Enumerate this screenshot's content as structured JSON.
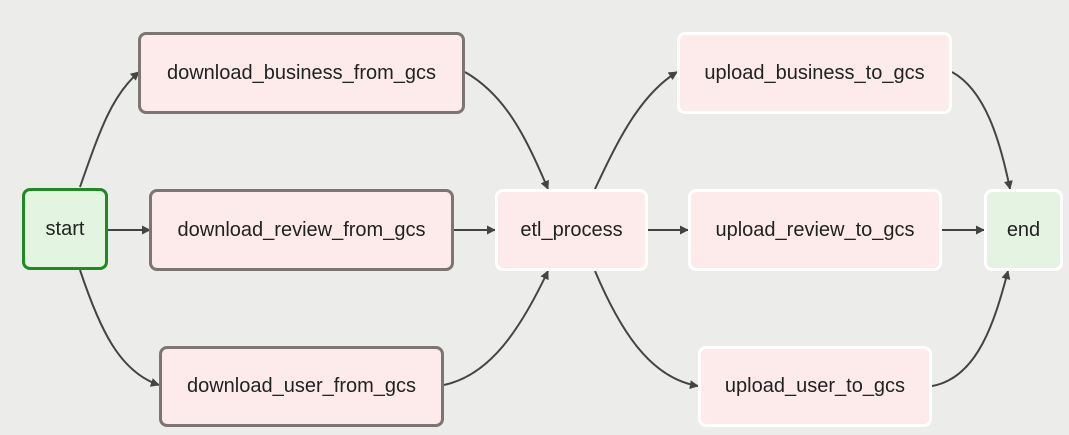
{
  "dag": {
    "tasks": {
      "start": "start",
      "download_business": "download_business_from_gcs",
      "download_review": "download_review_from_gcs",
      "download_user": "download_user_from_gcs",
      "etl_process": "etl_process",
      "upload_business": "upload_business_to_gcs",
      "upload_review": "upload_review_to_gcs",
      "upload_user": "upload_user_to_gcs",
      "end": "end"
    },
    "colors": {
      "background": "#ecedeb",
      "task_fill": "#fcebea",
      "start_fill": "#e3f5e1",
      "start_border": "#1e8b22",
      "end_fill": "#e5f4e2",
      "edge": "#444444"
    },
    "edges": [
      [
        "start",
        "download_business"
      ],
      [
        "start",
        "download_review"
      ],
      [
        "start",
        "download_user"
      ],
      [
        "download_business",
        "etl_process"
      ],
      [
        "download_review",
        "etl_process"
      ],
      [
        "download_user",
        "etl_process"
      ],
      [
        "etl_process",
        "upload_business"
      ],
      [
        "etl_process",
        "upload_review"
      ],
      [
        "etl_process",
        "upload_user"
      ],
      [
        "upload_business",
        "end"
      ],
      [
        "upload_review",
        "end"
      ],
      [
        "upload_user",
        "end"
      ]
    ]
  }
}
